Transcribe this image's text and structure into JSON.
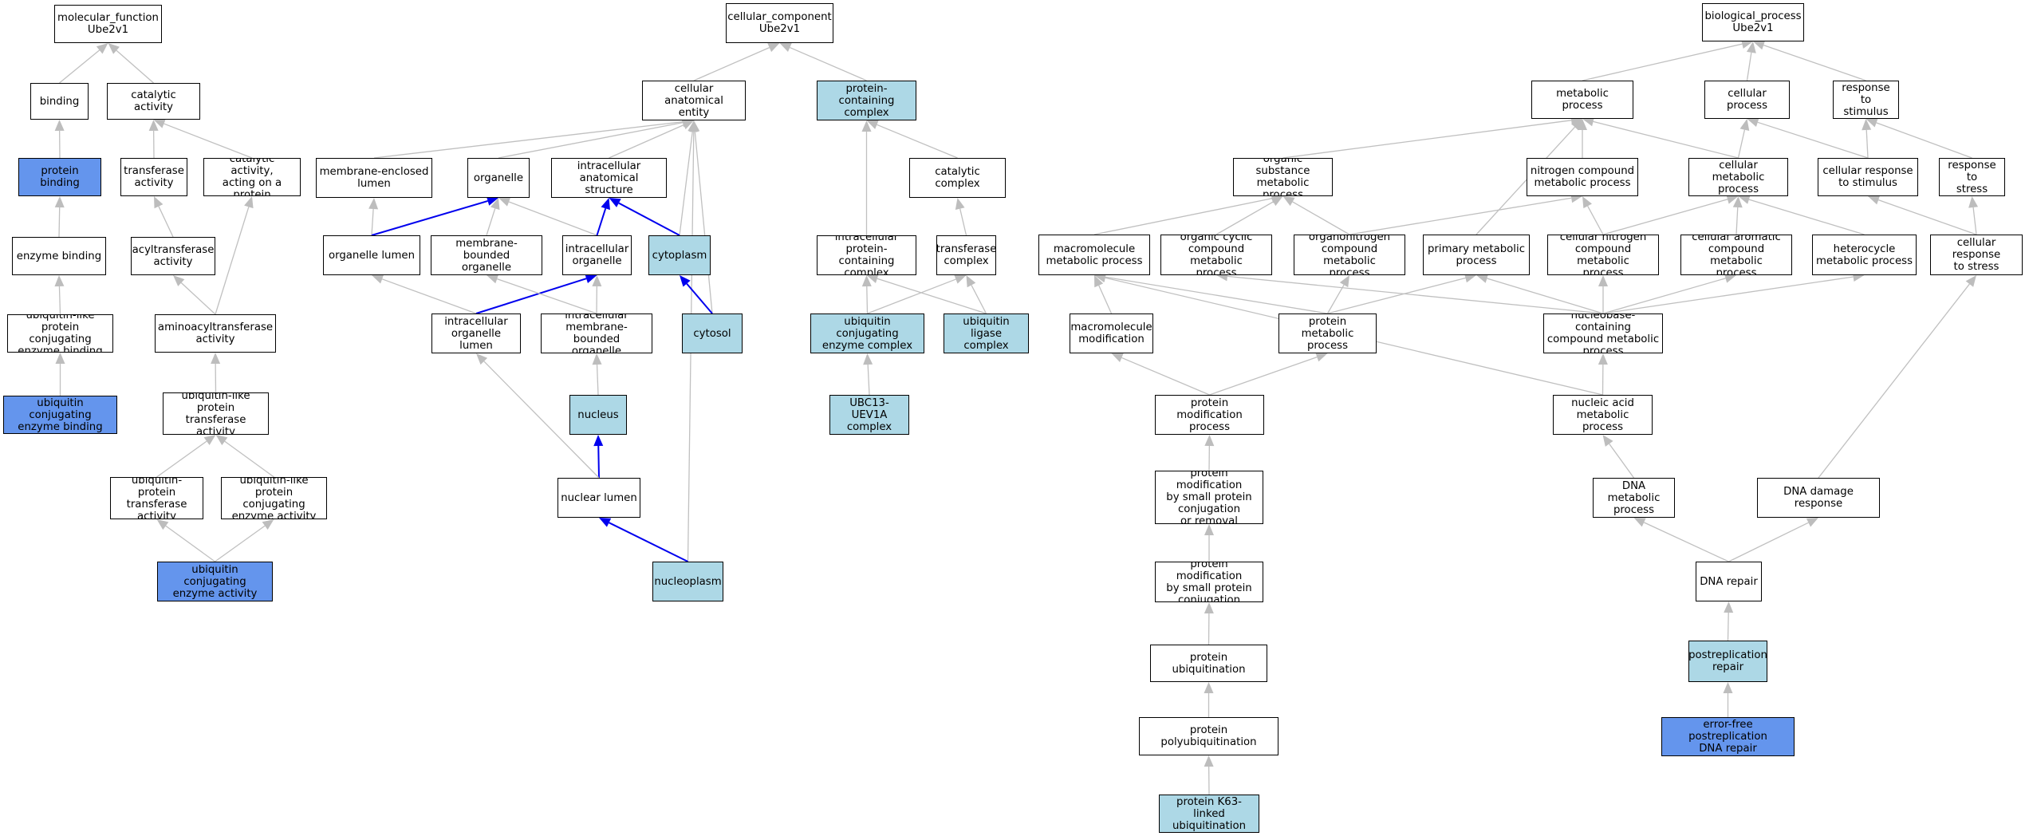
{
  "colors": {
    "default": "#ffffff",
    "light": "#add8e6",
    "dark": "#6495ed",
    "edge_gray": "#c0c0c0",
    "edge_blue": "#0000ee"
  },
  "nodes": [
    {
      "id": "mf_root",
      "label": "molecular_function\nUbe2v1",
      "fill": "default"
    },
    {
      "id": "binding",
      "label": "binding",
      "fill": "default"
    },
    {
      "id": "catalytic_activity",
      "label": "catalytic activity",
      "fill": "default"
    },
    {
      "id": "protein_binding",
      "label": "protein binding",
      "fill": "dark"
    },
    {
      "id": "transferase_activity",
      "label": "transferase\nactivity",
      "fill": "default"
    },
    {
      "id": "catalytic_on_protein",
      "label": "catalytic activity,\nacting on a\nprotein",
      "fill": "default"
    },
    {
      "id": "enzyme_binding",
      "label": "enzyme binding",
      "fill": "default"
    },
    {
      "id": "acyltransferase",
      "label": "acyltransferase\nactivity",
      "fill": "default"
    },
    {
      "id": "ubl_conj_enzyme_binding",
      "label": "ubiquitin-like\nprotein conjugating\nenzyme binding",
      "fill": "default"
    },
    {
      "id": "aminoacyltransferase",
      "label": "aminoacyltransferase\nactivity",
      "fill": "default"
    },
    {
      "id": "ub_conj_enzyme_binding",
      "label": "ubiquitin conjugating\nenzyme binding",
      "fill": "dark"
    },
    {
      "id": "ubl_transferase",
      "label": "ubiquitin-like\nprotein transferase\nactivity",
      "fill": "default"
    },
    {
      "id": "ub_protein_transferase",
      "label": "ubiquitin-protein\ntransferase\nactivity",
      "fill": "default"
    },
    {
      "id": "ubl_conj_enzyme_activity",
      "label": "ubiquitin-like\nprotein conjugating\nenzyme activity",
      "fill": "default"
    },
    {
      "id": "ub_conj_enzyme_activity",
      "label": "ubiquitin conjugating\nenzyme activity",
      "fill": "dark"
    },
    {
      "id": "cc_root",
      "label": "cellular_component\nUbe2v1",
      "fill": "default"
    },
    {
      "id": "cell_anat_entity",
      "label": "cellular anatomical\nentity",
      "fill": "default"
    },
    {
      "id": "protein_complex",
      "label": "protein-containing\ncomplex",
      "fill": "light"
    },
    {
      "id": "membrane_enclosed_lumen",
      "label": "membrane-enclosed\nlumen",
      "fill": "default"
    },
    {
      "id": "organelle",
      "label": "organelle",
      "fill": "default"
    },
    {
      "id": "intracell_anat_structure",
      "label": "intracellular\nanatomical structure",
      "fill": "default"
    },
    {
      "id": "catalytic_complex",
      "label": "catalytic complex",
      "fill": "default"
    },
    {
      "id": "organelle_lumen",
      "label": "organelle lumen",
      "fill": "default"
    },
    {
      "id": "membrane_bounded_organelle",
      "label": "membrane-bounded\norganelle",
      "fill": "default"
    },
    {
      "id": "intracellular_organelle",
      "label": "intracellular\norganelle",
      "fill": "default"
    },
    {
      "id": "cytoplasm",
      "label": "cytoplasm",
      "fill": "light"
    },
    {
      "id": "intracell_protein_complex",
      "label": "intracellular\nprotein-containing\ncomplex",
      "fill": "default"
    },
    {
      "id": "transferase_complex",
      "label": "transferase\ncomplex",
      "fill": "default"
    },
    {
      "id": "intracell_organelle_lumen",
      "label": "intracellular\norganelle lumen",
      "fill": "default"
    },
    {
      "id": "intracell_mb_organelle",
      "label": "intracellular\nmembrane-bounded\norganelle",
      "fill": "default"
    },
    {
      "id": "cytosol",
      "label": "cytosol",
      "fill": "light"
    },
    {
      "id": "ub_conj_enzyme_complex",
      "label": "ubiquitin conjugating\nenzyme complex",
      "fill": "light"
    },
    {
      "id": "ub_ligase_complex",
      "label": "ubiquitin ligase\ncomplex",
      "fill": "light"
    },
    {
      "id": "nucleus",
      "label": "nucleus",
      "fill": "light"
    },
    {
      "id": "ubc13_uev1a",
      "label": "UBC13-UEV1A\ncomplex",
      "fill": "light"
    },
    {
      "id": "nuclear_lumen",
      "label": "nuclear lumen",
      "fill": "default"
    },
    {
      "id": "nucleoplasm",
      "label": "nucleoplasm",
      "fill": "light"
    },
    {
      "id": "bp_root",
      "label": "biological_process\nUbe2v1",
      "fill": "default"
    },
    {
      "id": "metabolic_process",
      "label": "metabolic process",
      "fill": "default"
    },
    {
      "id": "cellular_process",
      "label": "cellular process",
      "fill": "default"
    },
    {
      "id": "response_to_stimulus",
      "label": "response to\nstimulus",
      "fill": "default"
    },
    {
      "id": "organic_substance_mp",
      "label": "organic substance\nmetabolic process",
      "fill": "default"
    },
    {
      "id": "nitrogen_compound_mp",
      "label": "nitrogen compound\nmetabolic process",
      "fill": "default"
    },
    {
      "id": "cellular_mp",
      "label": "cellular metabolic\nprocess",
      "fill": "default"
    },
    {
      "id": "cellular_response_stimulus",
      "label": "cellular response\nto stimulus",
      "fill": "default"
    },
    {
      "id": "response_to_stress",
      "label": "response to\nstress",
      "fill": "default"
    },
    {
      "id": "macromolecule_mp",
      "label": "macromolecule\nmetabolic process",
      "fill": "default"
    },
    {
      "id": "organic_cyclic_mp",
      "label": "organic cyclic\ncompound metabolic\nprocess",
      "fill": "default"
    },
    {
      "id": "organonitrogen_mp",
      "label": "organonitrogen\ncompound metabolic\nprocess",
      "fill": "default"
    },
    {
      "id": "primary_mp",
      "label": "primary metabolic\nprocess",
      "fill": "default"
    },
    {
      "id": "cellular_nitrogen_mp",
      "label": "cellular nitrogen\ncompound metabolic\nprocess",
      "fill": "default"
    },
    {
      "id": "cellular_aromatic_mp",
      "label": "cellular aromatic\ncompound metabolic\nprocess",
      "fill": "default"
    },
    {
      "id": "heterocycle_mp",
      "label": "heterocycle\nmetabolic process",
      "fill": "default"
    },
    {
      "id": "cellular_response_stress",
      "label": "cellular response\nto stress",
      "fill": "default"
    },
    {
      "id": "macromolecule_modification",
      "label": "macromolecule\nmodification",
      "fill": "default"
    },
    {
      "id": "protein_mp",
      "label": "protein metabolic\nprocess",
      "fill": "default"
    },
    {
      "id": "nucleobase_mp",
      "label": "nucleobase-containing\ncompound metabolic\nprocess",
      "fill": "default"
    },
    {
      "id": "protein_modification_process",
      "label": "protein modification\nprocess",
      "fill": "default"
    },
    {
      "id": "nucleic_acid_mp",
      "label": "nucleic acid\nmetabolic process",
      "fill": "default"
    },
    {
      "id": "pm_small_protein_conj_removal",
      "label": "protein modification\nby small protein\nconjugation\nor removal",
      "fill": "default"
    },
    {
      "id": "dna_mp",
      "label": "DNA metabolic\nprocess",
      "fill": "default"
    },
    {
      "id": "dna_damage_response",
      "label": "DNA damage response",
      "fill": "default"
    },
    {
      "id": "pm_small_protein_conj",
      "label": "protein modification\nby small protein\nconjugation",
      "fill": "default"
    },
    {
      "id": "dna_repair",
      "label": "DNA repair",
      "fill": "default"
    },
    {
      "id": "protein_ubiquitination",
      "label": "protein ubiquitination",
      "fill": "default"
    },
    {
      "id": "postreplication_repair",
      "label": "postreplication\nrepair",
      "fill": "light"
    },
    {
      "id": "protein_polyubiquitination",
      "label": "protein polyubiquitination",
      "fill": "default"
    },
    {
      "id": "error_free_postreplication",
      "label": "error-free postreplication\nDNA repair",
      "fill": "dark"
    },
    {
      "id": "k63_ubiquitination",
      "label": "protein K63-linked\nubiquitination",
      "fill": "light"
    }
  ],
  "edges": [
    {
      "from": "binding",
      "to": "mf_root",
      "color": "gray"
    },
    {
      "from": "catalytic_activity",
      "to": "mf_root",
      "color": "gray"
    },
    {
      "from": "protein_binding",
      "to": "binding",
      "color": "gray"
    },
    {
      "from": "transferase_activity",
      "to": "catalytic_activity",
      "color": "gray"
    },
    {
      "from": "catalytic_on_protein",
      "to": "catalytic_activity",
      "color": "gray"
    },
    {
      "from": "enzyme_binding",
      "to": "protein_binding",
      "color": "gray"
    },
    {
      "from": "acyltransferase",
      "to": "transferase_activity",
      "color": "gray"
    },
    {
      "from": "ubl_conj_enzyme_binding",
      "to": "enzyme_binding",
      "color": "gray"
    },
    {
      "from": "aminoacyltransferase",
      "to": "acyltransferase",
      "color": "gray"
    },
    {
      "from": "aminoacyltransferase",
      "to": "catalytic_on_protein",
      "color": "gray"
    },
    {
      "from": "ub_conj_enzyme_binding",
      "to": "ubl_conj_enzyme_binding",
      "color": "gray"
    },
    {
      "from": "ubl_transferase",
      "to": "aminoacyltransferase",
      "color": "gray"
    },
    {
      "from": "ub_protein_transferase",
      "to": "ubl_transferase",
      "color": "gray"
    },
    {
      "from": "ubl_conj_enzyme_activity",
      "to": "ubl_transferase",
      "color": "gray"
    },
    {
      "from": "ub_conj_enzyme_activity",
      "to": "ub_protein_transferase",
      "color": "gray"
    },
    {
      "from": "ub_conj_enzyme_activity",
      "to": "ubl_conj_enzyme_activity",
      "color": "gray"
    },
    {
      "from": "cell_anat_entity",
      "to": "cc_root",
      "color": "gray"
    },
    {
      "from": "protein_complex",
      "to": "cc_root",
      "color": "gray"
    },
    {
      "from": "membrane_enclosed_lumen",
      "to": "cell_anat_entity",
      "color": "gray"
    },
    {
      "from": "organelle",
      "to": "cell_anat_entity",
      "color": "gray"
    },
    {
      "from": "intracell_anat_structure",
      "to": "cell_anat_entity",
      "color": "gray"
    },
    {
      "from": "cytoplasm",
      "to": "cell_anat_entity",
      "color": "gray"
    },
    {
      "from": "cytosol",
      "to": "cell_anat_entity",
      "color": "gray"
    },
    {
      "from": "nucleoplasm",
      "to": "cell_anat_entity",
      "color": "gray"
    },
    {
      "from": "organelle_lumen",
      "to": "membrane_enclosed_lumen",
      "color": "gray"
    },
    {
      "from": "organelle_lumen",
      "to": "organelle",
      "color": "blue"
    },
    {
      "from": "membrane_bounded_organelle",
      "to": "organelle",
      "color": "gray"
    },
    {
      "from": "intracellular_organelle",
      "to": "organelle",
      "color": "gray"
    },
    {
      "from": "intracellular_organelle",
      "to": "intracell_anat_structure",
      "color": "blue"
    },
    {
      "from": "cytoplasm",
      "to": "intracell_anat_structure",
      "color": "blue"
    },
    {
      "from": "cytosol",
      "to": "cytoplasm",
      "color": "blue"
    },
    {
      "from": "intracell_organelle_lumen",
      "to": "organelle_lumen",
      "color": "gray"
    },
    {
      "from": "intracell_organelle_lumen",
      "to": "intracellular_organelle",
      "color": "blue"
    },
    {
      "from": "intracell_mb_organelle",
      "to": "membrane_bounded_organelle",
      "color": "gray"
    },
    {
      "from": "intracell_mb_organelle",
      "to": "intracellular_organelle",
      "color": "gray"
    },
    {
      "from": "nucleus",
      "to": "intracell_mb_organelle",
      "color": "gray"
    },
    {
      "from": "nuclear_lumen",
      "to": "nucleus",
      "color": "blue"
    },
    {
      "from": "nuclear_lumen",
      "to": "intracell_organelle_lumen",
      "color": "gray"
    },
    {
      "from": "nucleoplasm",
      "to": "nuclear_lumen",
      "color": "blue"
    },
    {
      "from": "catalytic_complex",
      "to": "protein_complex",
      "color": "gray"
    },
    {
      "from": "intracell_protein_complex",
      "to": "protein_complex",
      "color": "gray"
    },
    {
      "from": "transferase_complex",
      "to": "catalytic_complex",
      "color": "gray"
    },
    {
      "from": "ub_conj_enzyme_complex",
      "to": "intracell_protein_complex",
      "color": "gray"
    },
    {
      "from": "ub_conj_enzyme_complex",
      "to": "transferase_complex",
      "color": "gray"
    },
    {
      "from": "ub_ligase_complex",
      "to": "intracell_protein_complex",
      "color": "gray"
    },
    {
      "from": "ub_ligase_complex",
      "to": "transferase_complex",
      "color": "gray"
    },
    {
      "from": "ubc13_uev1a",
      "to": "ub_conj_enzyme_complex",
      "color": "gray"
    },
    {
      "from": "metabolic_process",
      "to": "bp_root",
      "color": "gray"
    },
    {
      "from": "cellular_process",
      "to": "bp_root",
      "color": "gray"
    },
    {
      "from": "response_to_stimulus",
      "to": "bp_root",
      "color": "gray"
    },
    {
      "from": "organic_substance_mp",
      "to": "metabolic_process",
      "color": "gray"
    },
    {
      "from": "nitrogen_compound_mp",
      "to": "metabolic_process",
      "color": "gray"
    },
    {
      "from": "cellular_mp",
      "to": "metabolic_process",
      "color": "gray"
    },
    {
      "from": "cellular_mp",
      "to": "cellular_process",
      "color": "gray"
    },
    {
      "from": "primary_mp",
      "to": "metabolic_process",
      "color": "gray"
    },
    {
      "from": "cellular_response_stimulus",
      "to": "cellular_process",
      "color": "gray"
    },
    {
      "from": "cellular_response_stimulus",
      "to": "response_to_stimulus",
      "color": "gray"
    },
    {
      "from": "response_to_stress",
      "to": "response_to_stimulus",
      "color": "gray"
    },
    {
      "from": "macromolecule_mp",
      "to": "organic_substance_mp",
      "color": "gray"
    },
    {
      "from": "organic_cyclic_mp",
      "to": "organic_substance_mp",
      "color": "gray"
    },
    {
      "from": "organonitrogen_mp",
      "to": "organic_substance_mp",
      "color": "gray"
    },
    {
      "from": "organonitrogen_mp",
      "to": "nitrogen_compound_mp",
      "color": "gray"
    },
    {
      "from": "cellular_nitrogen_mp",
      "to": "nitrogen_compound_mp",
      "color": "gray"
    },
    {
      "from": "cellular_nitrogen_mp",
      "to": "cellular_mp",
      "color": "gray"
    },
    {
      "from": "cellular_aromatic_mp",
      "to": "cellular_mp",
      "color": "gray"
    },
    {
      "from": "heterocycle_mp",
      "to": "cellular_mp",
      "color": "gray"
    },
    {
      "from": "cellular_response_stress",
      "to": "cellular_response_stimulus",
      "color": "gray"
    },
    {
      "from": "cellular_response_stress",
      "to": "response_to_stress",
      "color": "gray"
    },
    {
      "from": "macromolecule_modification",
      "to": "macromolecule_mp",
      "color": "gray"
    },
    {
      "from": "protein_mp",
      "to": "macromolecule_mp",
      "color": "gray"
    },
    {
      "from": "protein_mp",
      "to": "organonitrogen_mp",
      "color": "gray"
    },
    {
      "from": "protein_mp",
      "to": "primary_mp",
      "color": "gray"
    },
    {
      "from": "nucleobase_mp",
      "to": "organic_cyclic_mp",
      "color": "gray"
    },
    {
      "from": "nucleobase_mp",
      "to": "primary_mp",
      "color": "gray"
    },
    {
      "from": "nucleobase_mp",
      "to": "cellular_nitrogen_mp",
      "color": "gray"
    },
    {
      "from": "nucleobase_mp",
      "to": "cellular_aromatic_mp",
      "color": "gray"
    },
    {
      "from": "nucleobase_mp",
      "to": "heterocycle_mp",
      "color": "gray"
    },
    {
      "from": "protein_modification_process",
      "to": "macromolecule_modification",
      "color": "gray"
    },
    {
      "from": "protein_modification_process",
      "to": "protein_mp",
      "color": "gray"
    },
    {
      "from": "nucleic_acid_mp",
      "to": "macromolecule_mp",
      "color": "gray"
    },
    {
      "from": "nucleic_acid_mp",
      "to": "nucleobase_mp",
      "color": "gray"
    },
    {
      "from": "pm_small_protein_conj_removal",
      "to": "protein_modification_process",
      "color": "gray"
    },
    {
      "from": "dna_mp",
      "to": "nucleic_acid_mp",
      "color": "gray"
    },
    {
      "from": "dna_damage_response",
      "to": "cellular_response_stress",
      "color": "gray"
    },
    {
      "from": "pm_small_protein_conj",
      "to": "pm_small_protein_conj_removal",
      "color": "gray"
    },
    {
      "from": "dna_repair",
      "to": "dna_mp",
      "color": "gray"
    },
    {
      "from": "dna_repair",
      "to": "dna_damage_response",
      "color": "gray"
    },
    {
      "from": "protein_ubiquitination",
      "to": "pm_small_protein_conj",
      "color": "gray"
    },
    {
      "from": "postreplication_repair",
      "to": "dna_repair",
      "color": "gray"
    },
    {
      "from": "protein_polyubiquitination",
      "to": "protein_ubiquitination",
      "color": "gray"
    },
    {
      "from": "error_free_postreplication",
      "to": "postreplication_repair",
      "color": "gray"
    },
    {
      "from": "k63_ubiquitination",
      "to": "protein_polyubiquitination",
      "color": "gray"
    }
  ]
}
